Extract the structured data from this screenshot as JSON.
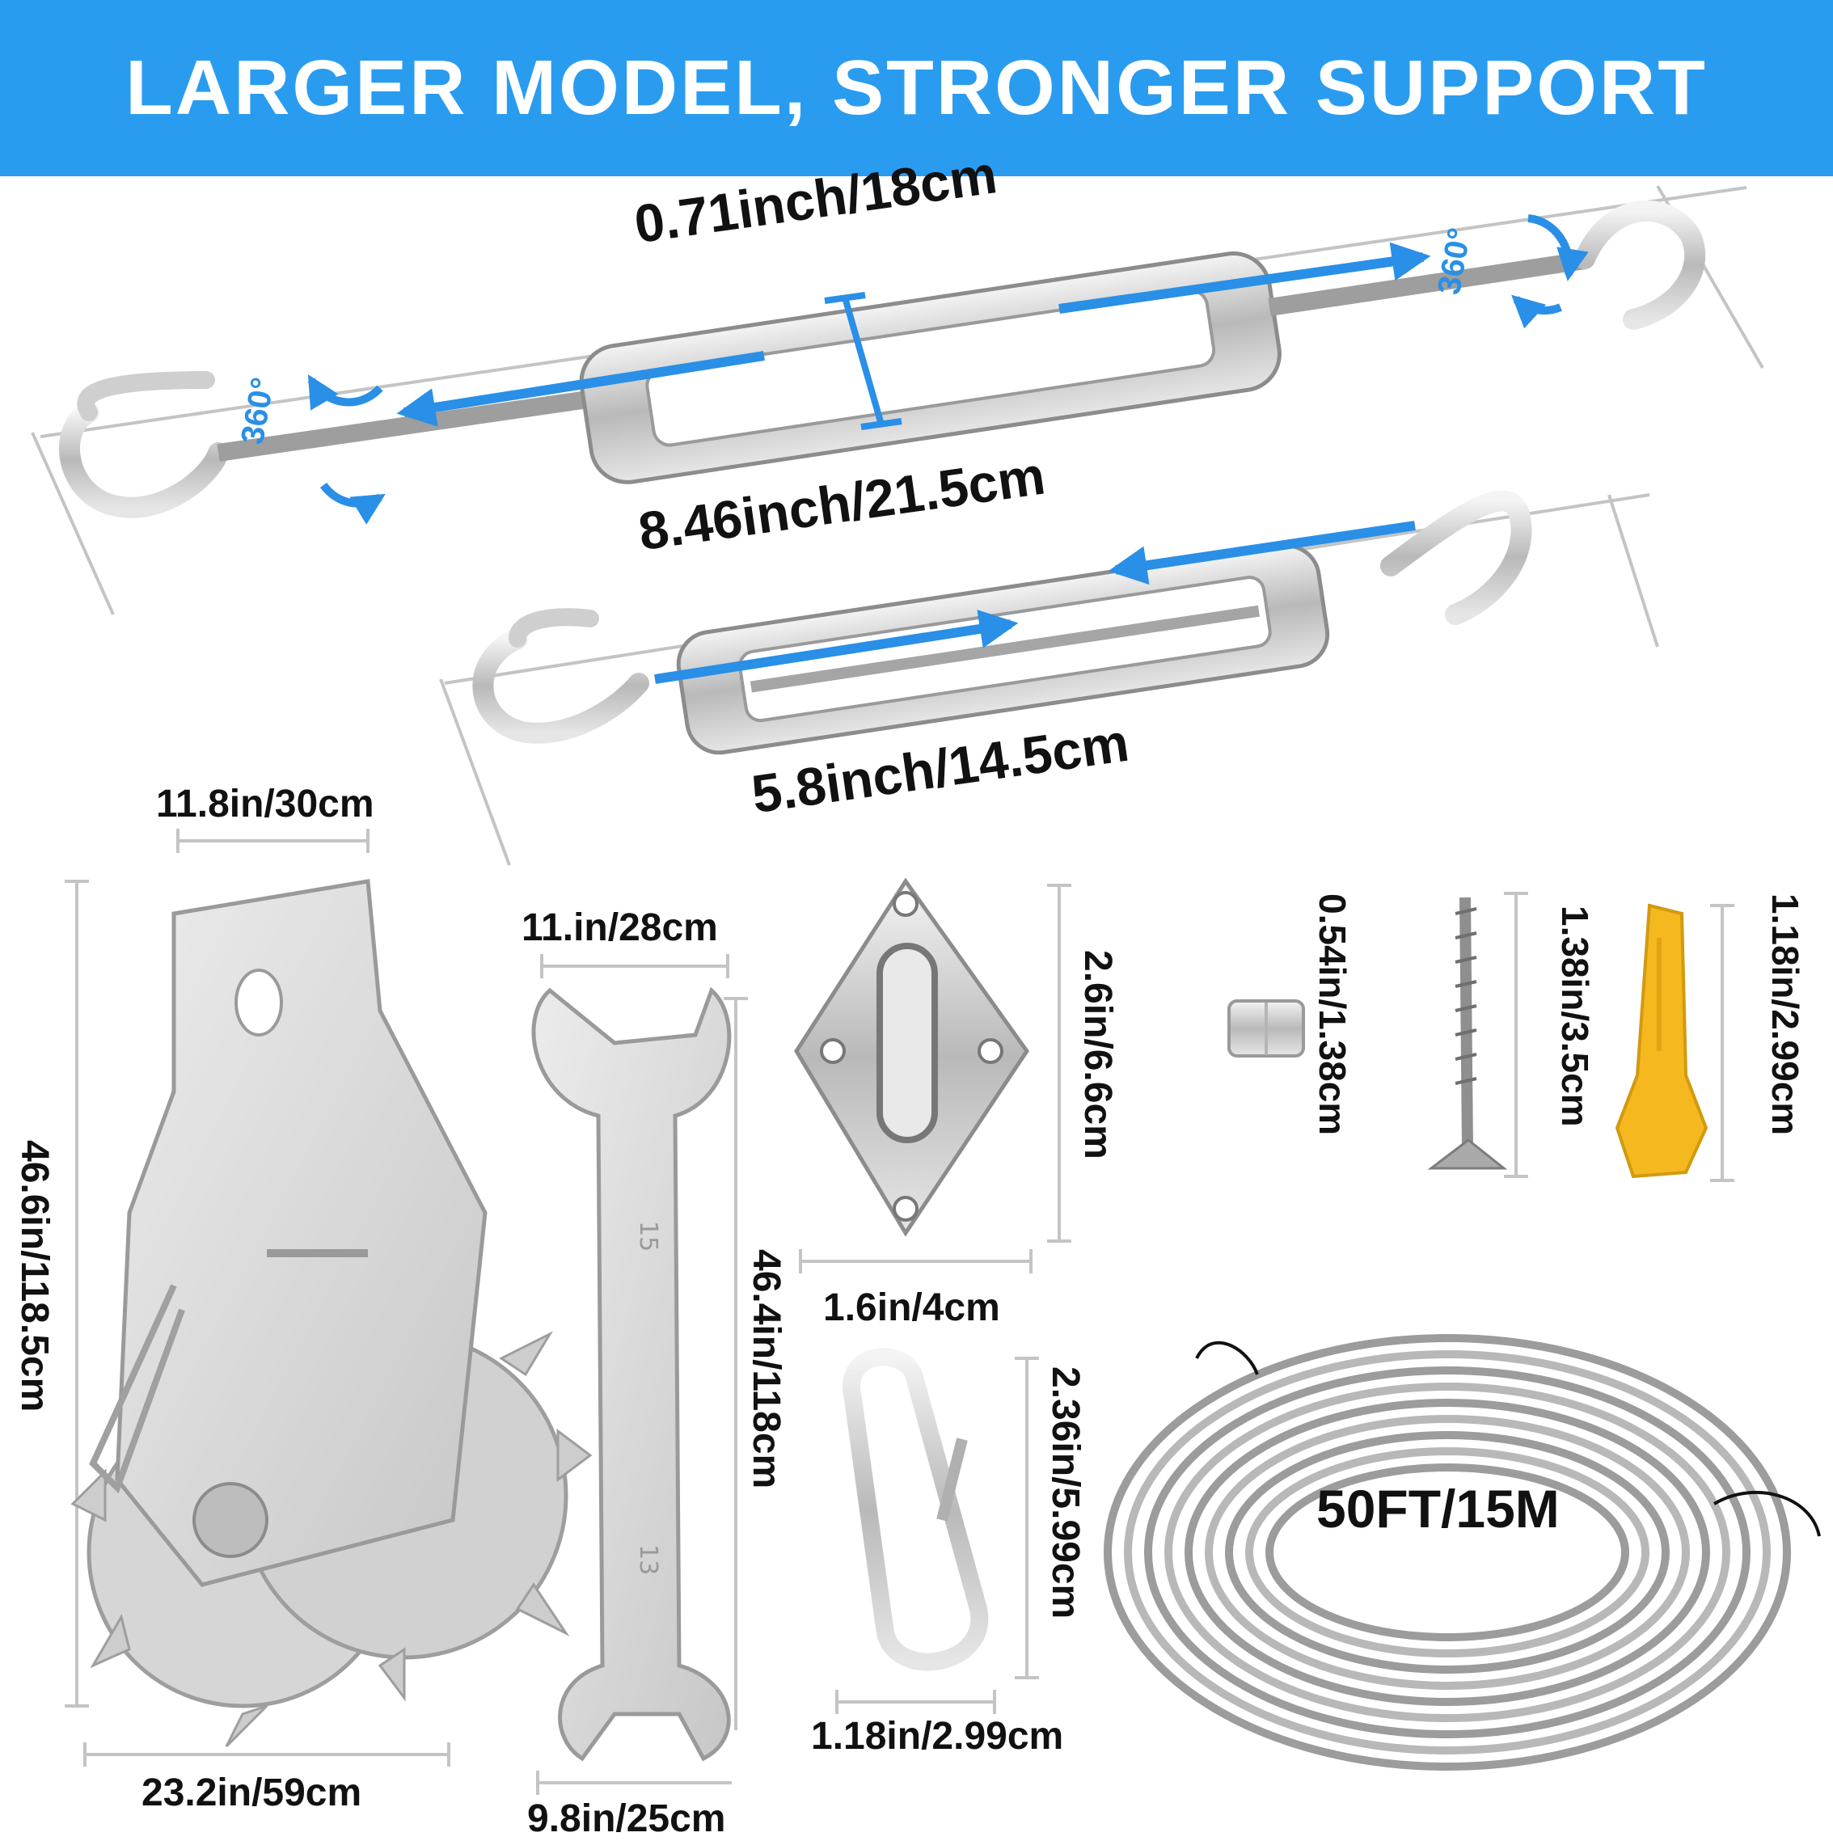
{
  "banner": {
    "title": "LARGER MODEL, STRONGER SUPPORT",
    "bg_color": "#2a9cf0"
  },
  "turnbuckles": {
    "frame_width": "0.71inch/18cm",
    "large_length": "8.46inch/21.5cm",
    "small_length": "5.8inch/14.5cm",
    "rotation_left": "360°",
    "rotation_right": "360°",
    "arrow_color": "#2a8fe6"
  },
  "ratchet": {
    "top_width": "11.8in/30cm",
    "height": "46.6in/118.5cm",
    "bottom_width": "23.2in/59cm"
  },
  "wrench": {
    "top_width": "11.in/28cm",
    "height": "46.4in/118cm",
    "bottom_width": "9.8in/25cm",
    "marks": [
      "15",
      "13"
    ]
  },
  "pad_eye": {
    "height": "2.6in/6.6cm",
    "width": "1.6in/4cm"
  },
  "snap_hook": {
    "height": "2.36in/5.99cm",
    "width": "1.18in/2.99cm"
  },
  "sleeve": {
    "size": "0.54in/1.38cm"
  },
  "screw": {
    "length": "1.38in/3.5cm"
  },
  "anchor": {
    "length": "1.18in/2.99cm",
    "color": "#f5b81f"
  },
  "cable": {
    "length": "50FT/15M"
  }
}
